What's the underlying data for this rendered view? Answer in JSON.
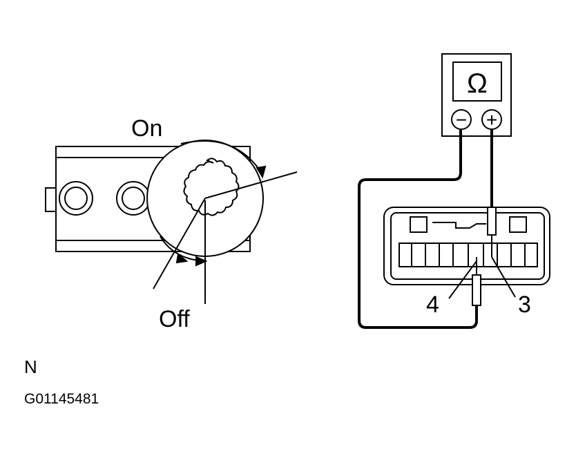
{
  "labels": {
    "on": "On",
    "off": "Off",
    "terminal_4": "4",
    "terminal_3": "3",
    "ohm": "Ω",
    "minus": "−",
    "plus": "+",
    "view_letter": "N",
    "figure_code": "G01145481"
  },
  "colors": {
    "ink": "#000000",
    "paper": "#ffffff"
  }
}
